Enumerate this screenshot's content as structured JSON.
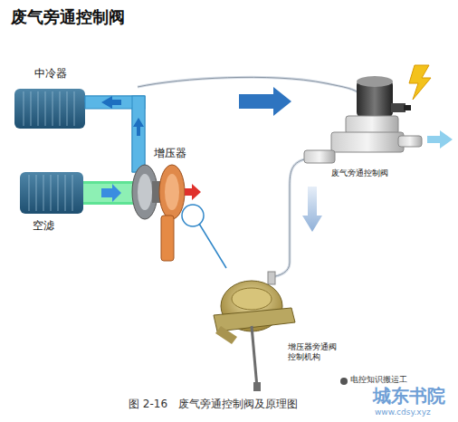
{
  "diagram": {
    "title": "废气旁通控制阀",
    "caption": "图 2-16　废气旁通控制阀及原理图",
    "labels": [
      "中冷器",
      "增压器",
      "空滤",
      "废气旁通控制阀",
      "增压器旁通阀 控制机构",
      "电控知识搬运工",
      "城东书院",
      "www.cdsy.xyz"
    ]
  }
}
